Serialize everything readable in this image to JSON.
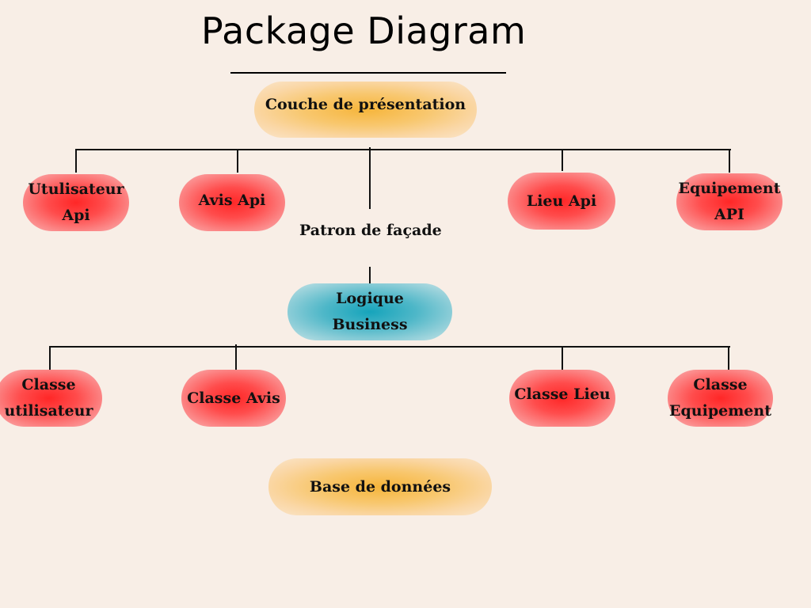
{
  "title": "Package Diagram",
  "presentation_layer": "Couche de présentation",
  "facade_label": "Patron de façade",
  "business_logic": "Logique\nBusiness",
  "database": "Base de données",
  "api_nodes": {
    "user": "Utulisateur\nApi",
    "review": "Avis Api",
    "place": "Lieu Api",
    "amenity": "Equipement\nAPI"
  },
  "class_nodes": {
    "user": "Classe\nutilisateur",
    "review": "Classe Avis",
    "place": "Classe Lieu",
    "amenity": "Classe\nEquipement"
  },
  "colors": {
    "background": "#f8eee6",
    "api_and_class_nodes": "#ff3b3b",
    "layer_nodes": "#f6b53b",
    "business_node": "#16a4bb",
    "connector": "#111111"
  }
}
